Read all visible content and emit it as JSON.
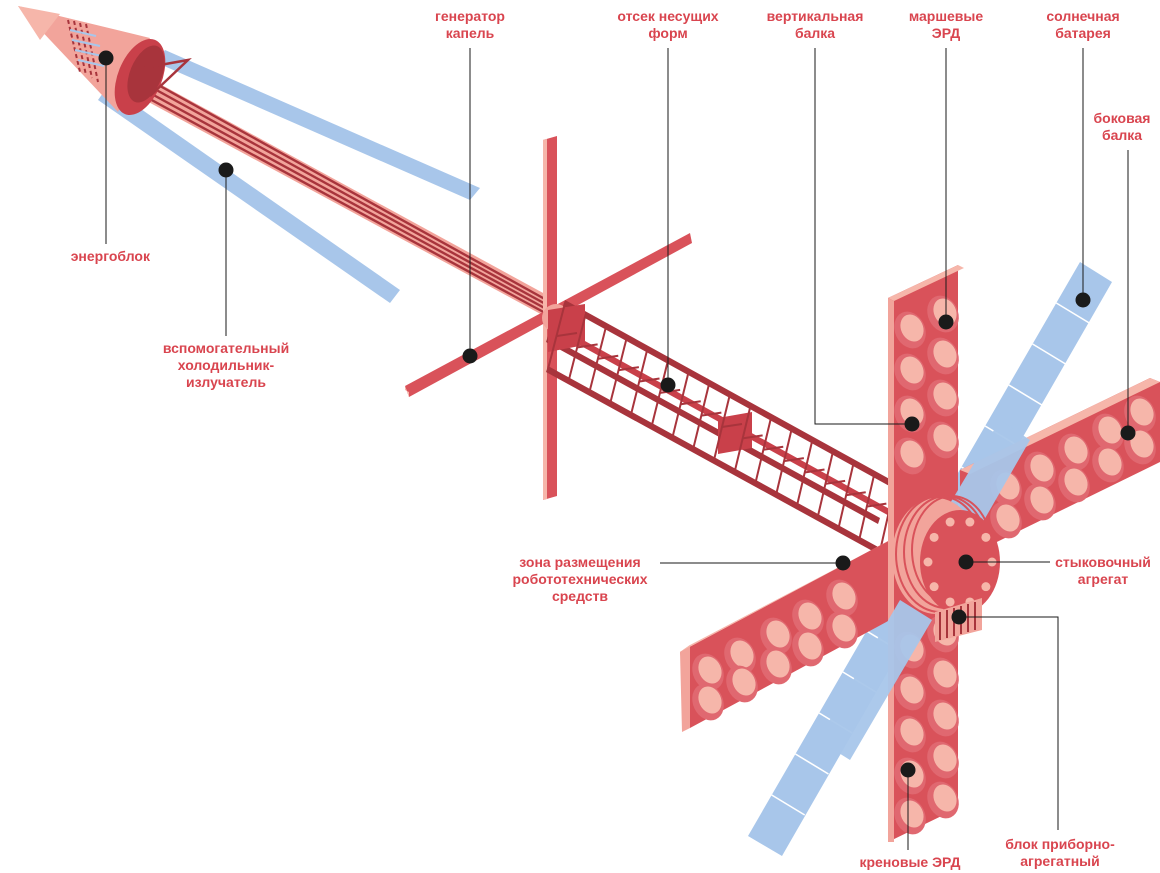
{
  "labels": {
    "power_unit": "энергоблок",
    "aux_radiator": [
      "вспомогательный",
      "холодильник-",
      "излучатель"
    ],
    "drop_generator": [
      "генератор",
      "капель"
    ],
    "molds_bay": [
      "отсек несущих",
      "форм"
    ],
    "vertical_beam": [
      "вертикальная",
      "балка"
    ],
    "main_thrusters": [
      "маршевые",
      "ЭРД"
    ],
    "solar_array": [
      "солнечная",
      "батарея"
    ],
    "side_beam": [
      "боковая",
      "балка"
    ],
    "robotics_zone": [
      "зона размещения",
      "робототехнических",
      "средств"
    ],
    "docking_unit": [
      "стыковочный",
      "агрегат"
    ],
    "roll_thrusters": "креновые ЭРД",
    "instrument_unit": [
      "блок приборно-",
      "агрегатный"
    ]
  },
  "colors": {
    "label": "#d9454f",
    "structure_red": "#d9525a",
    "structure_dark": "#a8343c",
    "structure_light": "#f2a49b",
    "structure_pale": "#f6b6aa",
    "solar_blue": "#a8c6ea",
    "leader": "#1a1a1a"
  }
}
